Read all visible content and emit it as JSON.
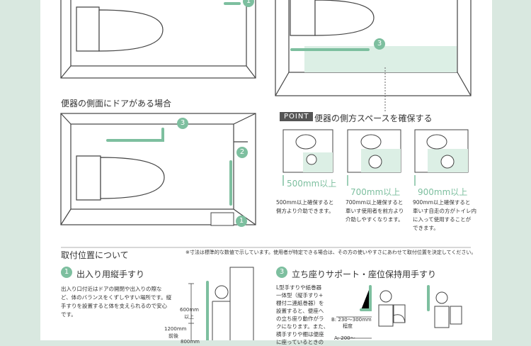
{
  "section_side_door": {
    "title": "便器の側面にドアがある場合"
  },
  "point": {
    "label": "POINT",
    "title": "便器の側方スペースを確保する",
    "cases": [
      {
        "distance": "500mm以上",
        "desc": [
          "500mm以上確保すると",
          "側方より介助できます。"
        ]
      },
      {
        "distance": "700mm以上",
        "desc": [
          "700mm以上確保すると",
          "車いす使用者を前方より",
          "介助しやすくなります。"
        ]
      },
      {
        "distance": "900mm以上",
        "desc": [
          "900mm以上確保すると",
          "車いす自走の方がトイレ内",
          "に入って使用することが",
          "できます。"
        ]
      }
    ]
  },
  "install": {
    "title": "取付位置について",
    "note": "※寸法は標準的な数値で示しています。使用者が特定できる場合は、その方の使いやすさにあわせて取付位置を決定してください。"
  },
  "item1": {
    "num": "1",
    "title": "出入り用縦手すり",
    "desc": [
      "出入り口付近はドアの開閉や出入りの際な",
      "ど、体のバランスをくずしやすい場所です。縦",
      "手すりを設置すると体を支えられるので安心",
      "です。"
    ],
    "dims": {
      "d600": "600mm",
      "d600b": "以上",
      "d1200": "1200mm",
      "d1200b": "前後",
      "d800": "800mm"
    }
  },
  "item3": {
    "num": "3",
    "title": "立ち座りサポート・座位保持用手すり",
    "desc": [
      "L型手すりや紙巻器",
      "一体型（縦手すり+",
      "棚付二連紙巻器）を",
      "設置すると、便座へ",
      "の立ち座り動作がラ",
      "クになります。また、",
      "横手すりや棚は便座",
      "に座っているときの"
    ],
    "dims": {
      "b": "B: 230～300mm",
      "b2": "程度",
      "a": "A: 200～"
    }
  },
  "badges": {
    "b1": "1",
    "b2": "2",
    "b3": "3"
  },
  "colors": {
    "accent": "#7dbf9f",
    "background": "#d9e8e0",
    "floor": "#dcefe5"
  }
}
